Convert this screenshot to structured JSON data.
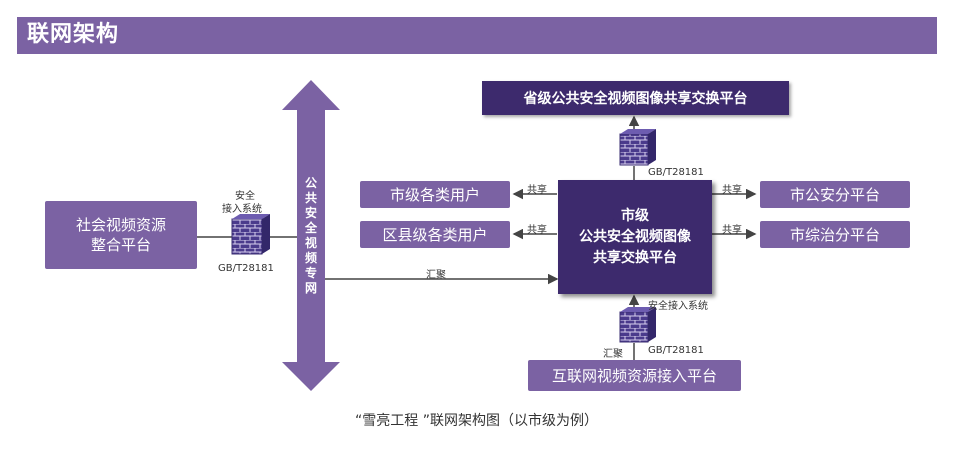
{
  "header": {
    "title": "联网架构"
  },
  "nodes": {
    "social": [
      "社会视频资源",
      "整合平台"
    ],
    "private_net": "公共安全视频专网",
    "provincial": "省级公共安全视频图像共享交换平台",
    "city_core": [
      "市级",
      "公共安全视频图像",
      "共享交换平台"
    ],
    "city_users": "市级各类用户",
    "district_users": "区县级各类用户",
    "city_police": "市公安分平台",
    "city_governance": "市综治分平台",
    "internet_access": "互联网视频资源接入平台"
  },
  "labels": {
    "secure_access_left": [
      "安全",
      "接入系统"
    ],
    "gb_left": "GB/T28181",
    "gb_top": "GB/T28181",
    "share1": "共享",
    "share2": "共享",
    "share3": "共享",
    "share4": "共享",
    "aggregate_mid": "汇聚",
    "secure_access_bottom": "安全接入系统",
    "aggregate_bottom": "汇聚",
    "gb_bottom": "GB/T28181"
  },
  "caption": "“雪亮工程 ”联网架构图（以市级为例）",
  "colors": {
    "light_purple": "#7b62a3",
    "dark_purple": "#3d2a6d",
    "firewall": "#4a3a8c"
  }
}
